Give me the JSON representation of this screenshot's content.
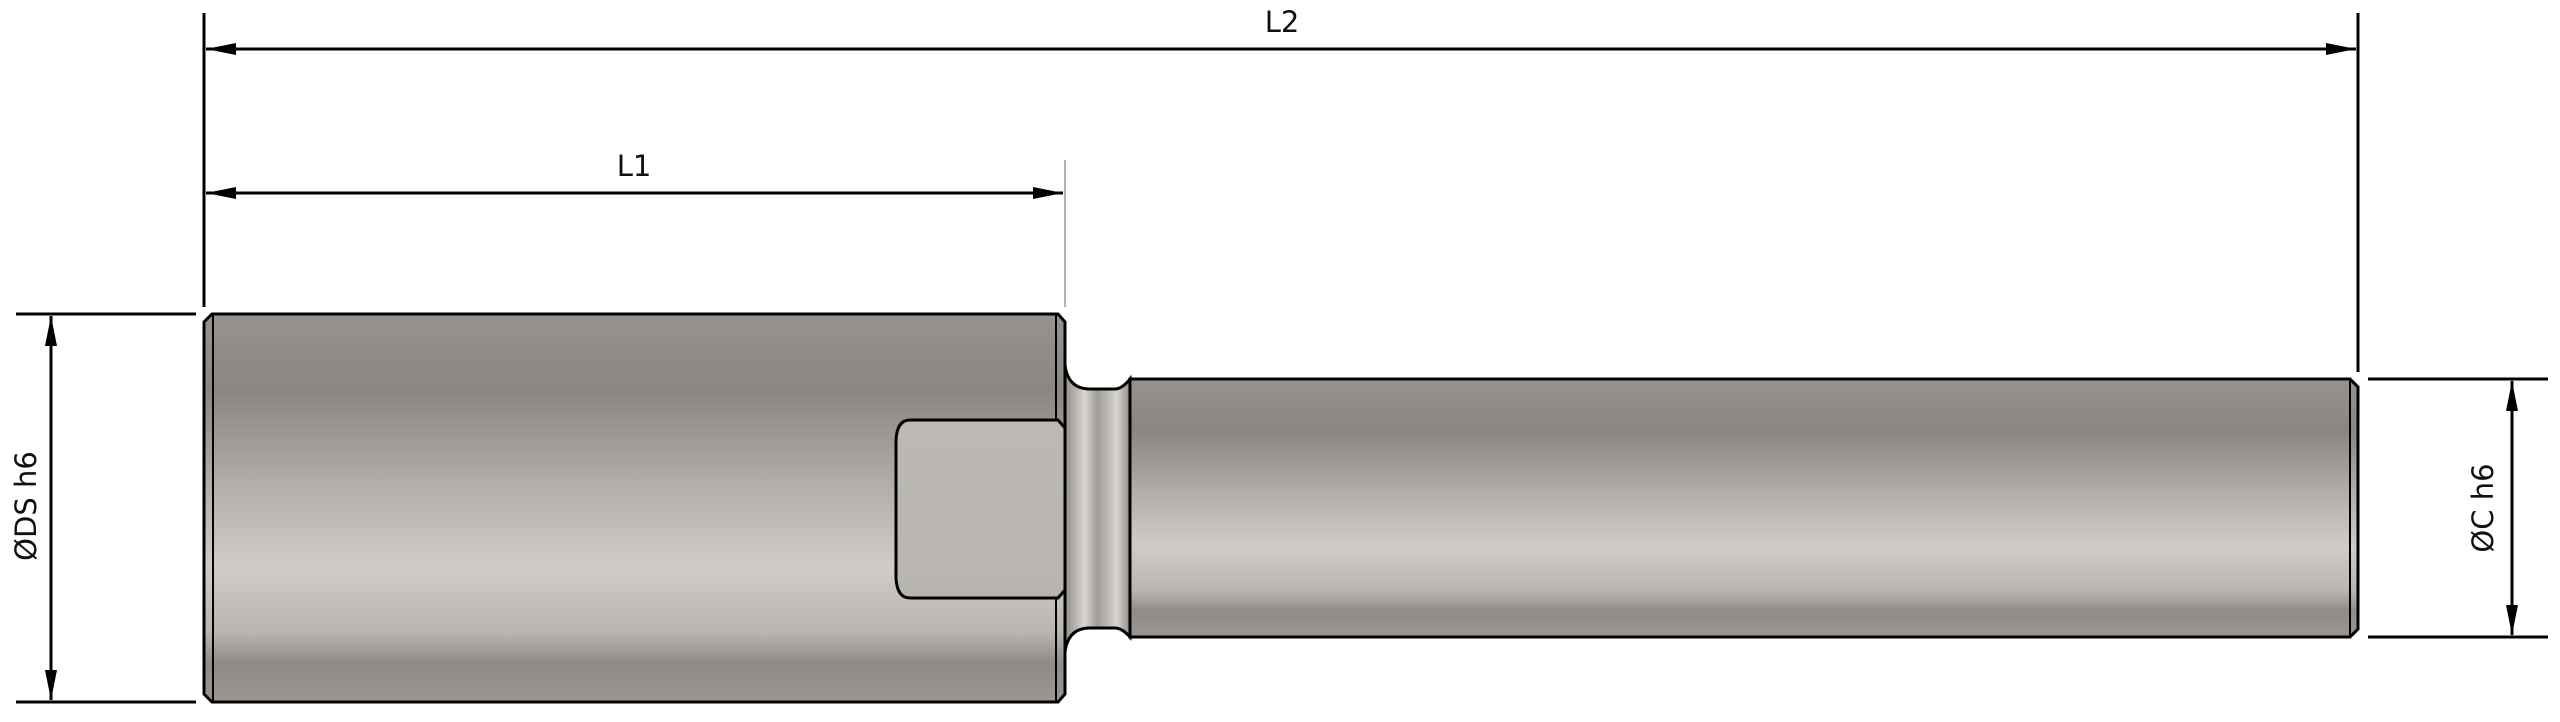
{
  "dimensions": {
    "l2": "L2",
    "l1": "L1",
    "ds": "ØDS h6",
    "c": "ØC h6"
  },
  "colors": {
    "line": "#000000",
    "metal_dark": "#8b8782",
    "metal_light": "#cbc8c3"
  }
}
